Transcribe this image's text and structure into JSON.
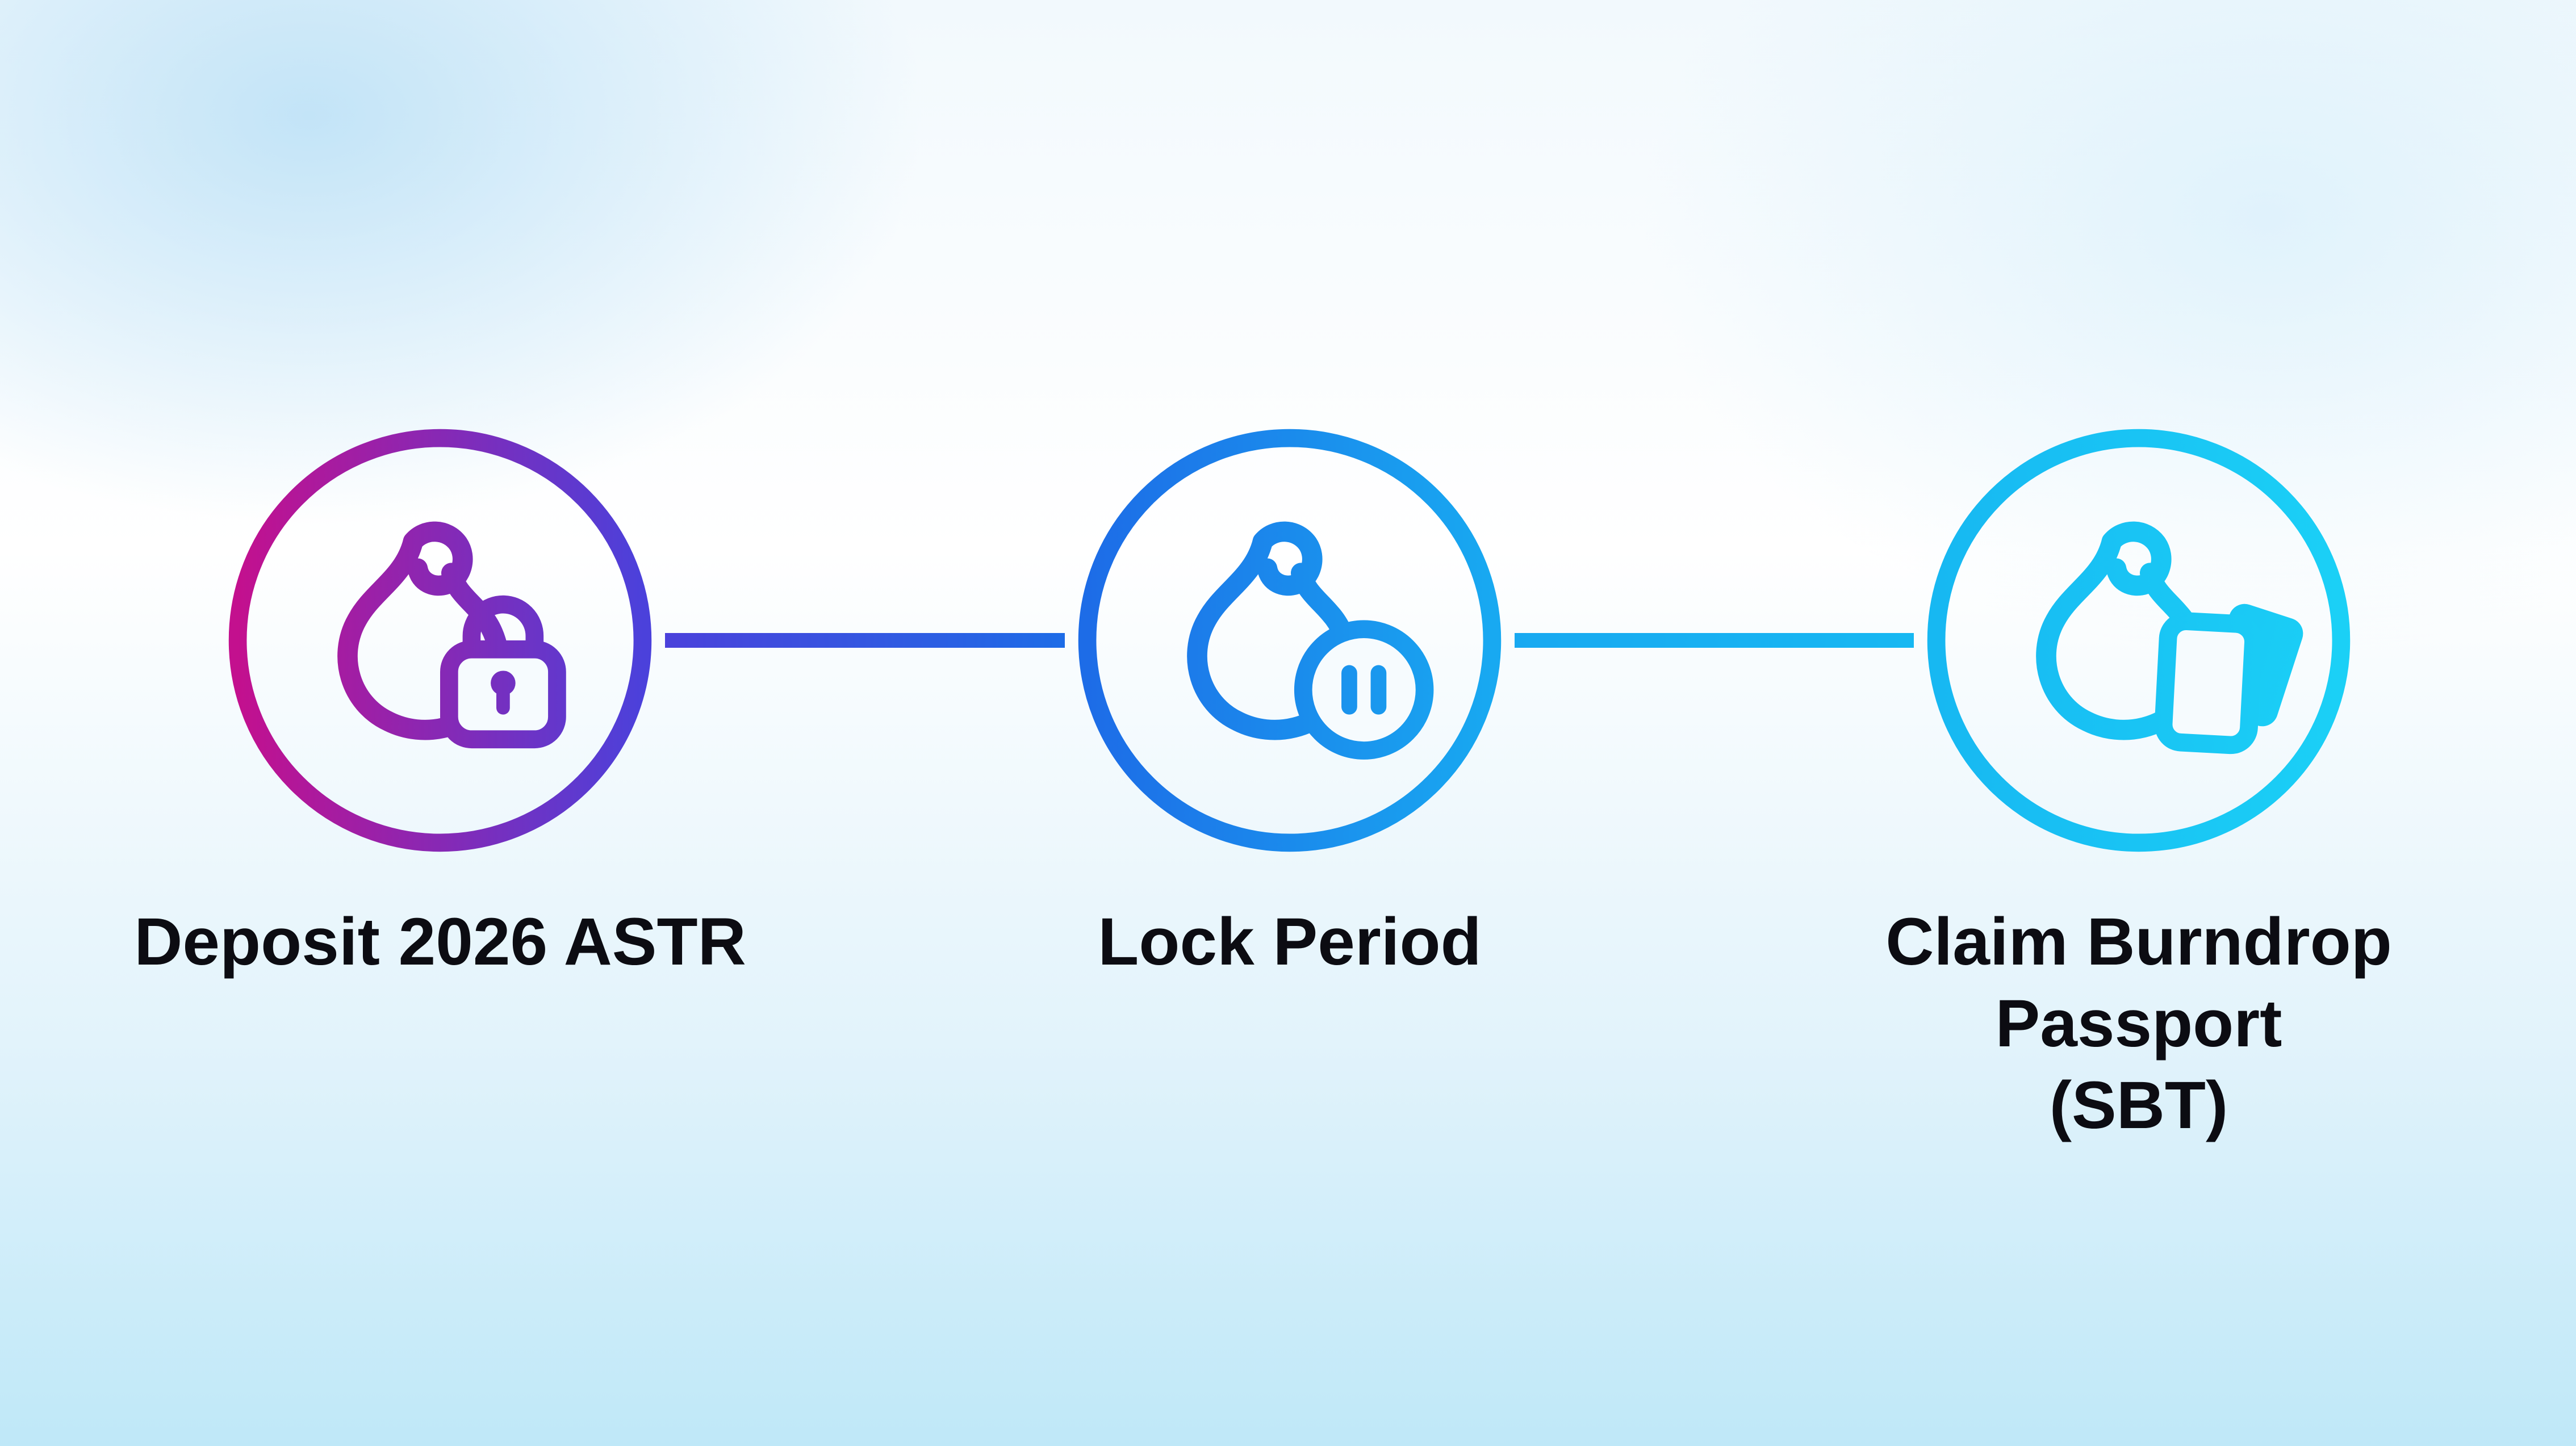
{
  "diagram": {
    "steps": [
      {
        "icon": "flame-lock-icon",
        "label_lines": [
          "Deposit 2026 ASTR"
        ],
        "gradient_from": "#c3108e",
        "gradient_to": "#4b41db"
      },
      {
        "icon": "flame-pause-icon",
        "label_lines": [
          "Lock Period"
        ],
        "gradient_from": "#1d6ce7",
        "gradient_to": "#18a9f1"
      },
      {
        "icon": "flame-cards-icon",
        "label_lines": [
          "Claim Burndrop",
          "Passport",
          "(SBT)"
        ],
        "gradient_from": "#17b8f2",
        "gradient_to": "#1bd0f6"
      }
    ],
    "connectors": [
      {
        "gradient_from": "#4b41db",
        "gradient_to": "#1d6ce7"
      },
      {
        "gradient_from": "#18a9f1",
        "gradient_to": "#17b8f2"
      }
    ],
    "text_color": "#0c0c12",
    "background_top": "#f2f9fd",
    "background_bottom": "#bfe8f8"
  }
}
